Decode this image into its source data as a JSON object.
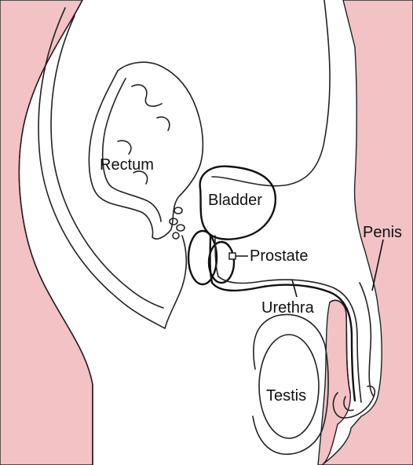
{
  "diagram": {
    "colors": {
      "skin": "#f2c2c4",
      "tissue": "#ffffff",
      "outline": "#222222"
    },
    "labels": {
      "rectum": "Rectum",
      "bladder": "Bladder",
      "prostate": "Prostate",
      "penis": "Penis",
      "urethra": "Urethra",
      "testis": "Testis"
    }
  }
}
